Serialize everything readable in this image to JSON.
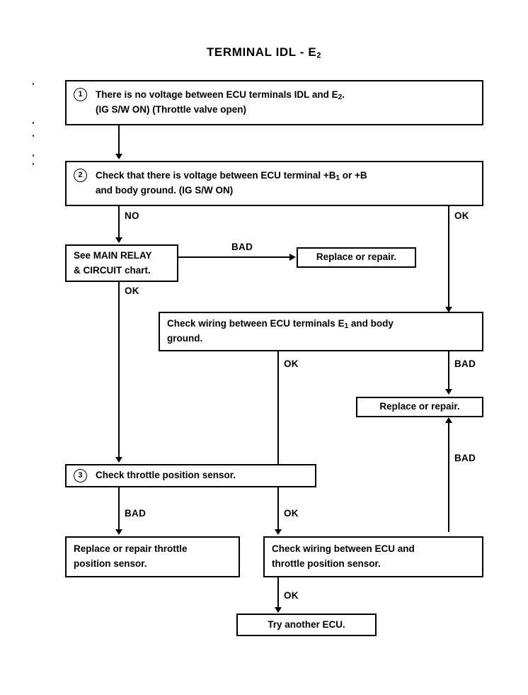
{
  "page": {
    "title_prefix": "TERMINAL IDL - E",
    "title_sub": "2"
  },
  "flow": {
    "nodes": [
      {
        "id": "step1",
        "step": "1",
        "line1_a": "There is no voltage between ECU terminals IDL and E",
        "line1_sub": "2",
        "line1_b": ".",
        "line2": "(IG S/W ON) (Throttle valve open)"
      },
      {
        "id": "step2",
        "step": "2",
        "line1_a": "Check that there is voltage between ECU terminal +B",
        "line1_sub": "1",
        "line1_b": "  or +B",
        "line2": "and body ground. (IG S/W ON)"
      },
      {
        "id": "main-relay",
        "line1": "See MAIN RELAY",
        "line2": "& CIRCUIT chart."
      },
      {
        "id": "replace-repair-1",
        "line1": "Replace or repair."
      },
      {
        "id": "check-wiring-e1",
        "line1_a": "Check wiring between ECU terminals E",
        "line1_sub": "1",
        "line1_b": " and body",
        "line2": "ground."
      },
      {
        "id": "replace-repair-2",
        "line1": "Replace or repair."
      },
      {
        "id": "step3",
        "step": "3",
        "line1": "Check throttle position sensor."
      },
      {
        "id": "replace-throttle-sensor",
        "line1": "Replace or repair throttle",
        "line2": "position sensor."
      },
      {
        "id": "check-wiring-tps",
        "line1": "Check wiring between ECU and",
        "line2": "throttle position sensor."
      },
      {
        "id": "try-another-ecu",
        "line1": "Try another ECU."
      }
    ],
    "edges": [
      {
        "id": "e-step2-no",
        "label": "NO"
      },
      {
        "id": "e-step2-ok",
        "label": "OK"
      },
      {
        "id": "e-relay-bad",
        "label": "BAD"
      },
      {
        "id": "e-relay-ok",
        "label": "OK"
      },
      {
        "id": "e-e1-ok",
        "label": "OK"
      },
      {
        "id": "e-e1-bad",
        "label": "BAD"
      },
      {
        "id": "e-tps-bad-up",
        "label": "BAD"
      },
      {
        "id": "e-step3-bad",
        "label": "BAD"
      },
      {
        "id": "e-step3-ok",
        "label": "OK"
      },
      {
        "id": "e-final-ok",
        "label": "OK"
      }
    ]
  },
  "colors": {
    "ink": "#000000",
    "paper": "#ffffff"
  }
}
